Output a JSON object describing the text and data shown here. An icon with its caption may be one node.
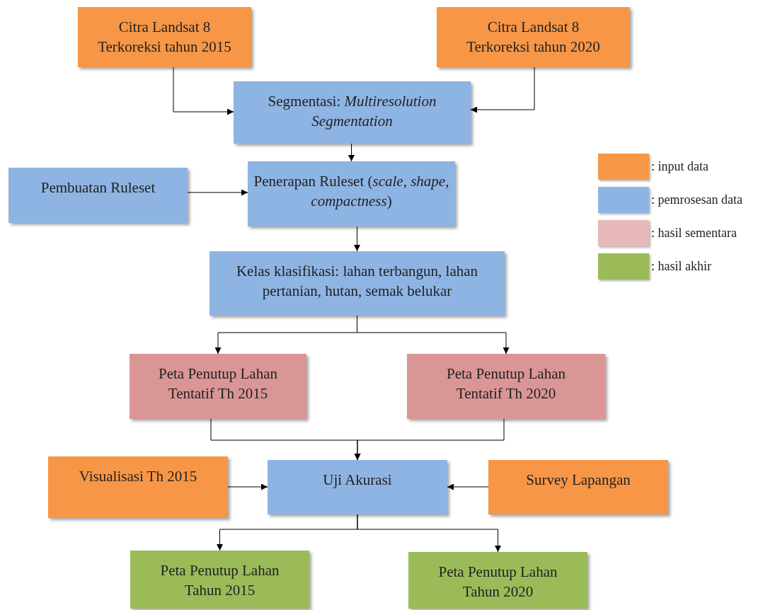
{
  "diagram": {
    "nodes": [
      {
        "text": [
          "Citra Landsat 8 Terkoreksi tahun 2015"
        ]
      },
      {
        "text": [
          "Citra Landsat 8 Terkoreksi tahun 2020"
        ]
      },
      {
        "text": [
          "Segmentasi: *Multiresolution Segmentation*"
        ]
      },
      {
        "text": [
          "Pembuatan Ruleset"
        ]
      },
      {
        "text": [
          "Penerapan Ruleset (*scale, shape, compactness*)"
        ]
      },
      {
        "text": [
          "Kelas klasifikasi: lahan terbangun, lahan pertanian, hutan, semak belukar"
        ]
      },
      {
        "text": [
          "Peta Penutup Lahan Tentatif Th 2015"
        ]
      },
      {
        "text": [
          "Peta Penutup Lahan Tentatif Th 2020"
        ]
      },
      {
        "text": [
          "Visualisasi Th 2015"
        ]
      },
      {
        "text": [
          "Uji Akurasi"
        ]
      },
      {
        "text": [
          "Survey Lapangan"
        ]
      },
      {
        "text": [
          "Peta Penutup Lahan Tahun 2015"
        ]
      },
      {
        "text": [
          "Peta Penutup Lahan Tahun 2020"
        ]
      }
    ],
    "edges": [
      {
        "from": 0,
        "to": 2,
        "arrow": "to"
      },
      {
        "from": 1,
        "to": 2,
        "arrow": "to"
      },
      {
        "from": 2,
        "to": 4,
        "arrow": "to"
      },
      {
        "from": 3,
        "to": 4,
        "arrow": "to"
      },
      {
        "from": 4,
        "to": 5,
        "arrow": "to"
      },
      {
        "from": 5,
        "to": 6,
        "arrow": "to"
      },
      {
        "from": 5,
        "to": 7,
        "arrow": "to"
      },
      {
        "from": 6,
        "to": 9,
        "arrow": "to"
      },
      {
        "from": 7,
        "to": 9,
        "arrow": "to"
      },
      {
        "from": 8,
        "to": 9,
        "arrow": "to"
      },
      {
        "from": 10,
        "to": 9,
        "arrow": "to"
      },
      {
        "from": 9,
        "to": 11,
        "arrow": "to"
      },
      {
        "from": 9,
        "to": 12,
        "arrow": "to"
      }
    ],
    "legend": [
      {
        "text": ": input data",
        "color": "#f79646"
      },
      {
        "text": ": pemrosesan data",
        "color": "#8eb4e3"
      },
      {
        "text": ": hasil sementara",
        "color": "#e6b9b8"
      },
      {
        "text": ": hasil akhir",
        "color": "#9bbb59"
      }
    ]
  }
}
